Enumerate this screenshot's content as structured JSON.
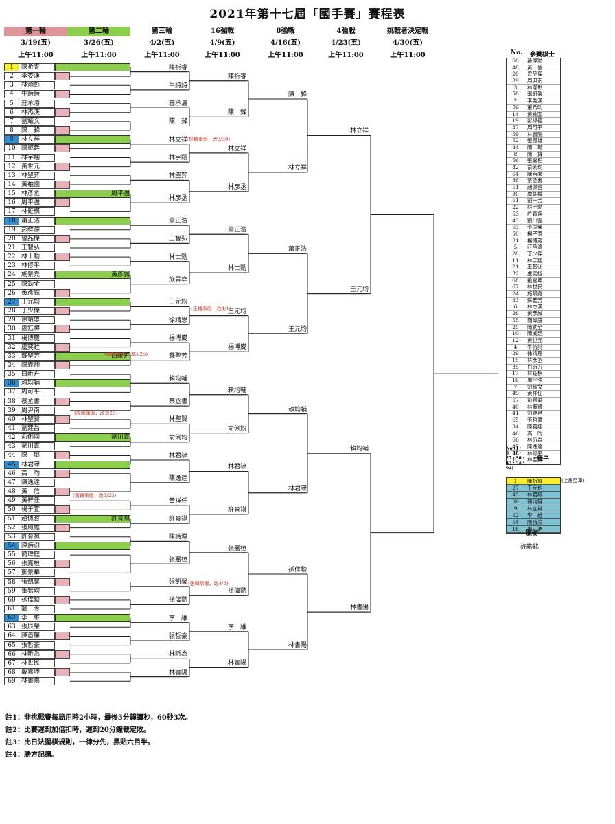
{
  "title": "2021年第十七屆「國手賽」賽程表",
  "rounds": [
    {
      "label": "第一輪",
      "date": "3/19(五)",
      "time": "上午11:00"
    },
    {
      "label": "第二輪",
      "date": "3/26(五)",
      "time": "上午11:00"
    },
    {
      "label": "第三輪",
      "date": "4/2(五)",
      "time": "上午11:00"
    },
    {
      "label": "16強戰",
      "date": "4/9(五)",
      "time": "上午11:00"
    },
    {
      "label": "8強戰",
      "date": "4/16(五)",
      "time": "上午11:00"
    },
    {
      "label": "4強戰",
      "date": "4/23(五)",
      "time": "上午11:00"
    },
    {
      "label": "挑戰者決定戰",
      "date": "4/30(五)",
      "time": "上午11:00"
    }
  ],
  "players": [
    {
      "n": "1",
      "name": "陳祈睿",
      "mark": "y"
    },
    {
      "n": "2",
      "name": "李委漢"
    },
    {
      "n": "3",
      "name": "林瀚彰"
    },
    {
      "n": "4",
      "name": "牛詩詩"
    },
    {
      "n": "5",
      "name": "莊承濬"
    },
    {
      "n": "6",
      "name": "林杰漢"
    },
    {
      "n": "7",
      "name": "劉耀文"
    },
    {
      "n": "8",
      "name": "陳　鋒"
    },
    {
      "n": "9",
      "name": "林立祥",
      "mark": "b"
    },
    {
      "n": "10",
      "name": "陳威廷"
    },
    {
      "n": "11",
      "name": "林宇翔"
    },
    {
      "n": "12",
      "name": "黃世元"
    },
    {
      "n": "13",
      "name": "林聖弈"
    },
    {
      "n": "14",
      "name": "黃袖圍"
    },
    {
      "n": "15",
      "name": "林彥丞"
    },
    {
      "n": "16",
      "name": "周平強"
    },
    {
      "n": "17",
      "name": "林鉦棋"
    },
    {
      "n": "18",
      "name": "蕭正浩",
      "mark": "b"
    },
    {
      "n": "19",
      "name": "彭緯德"
    },
    {
      "n": "20",
      "name": "曾品傑"
    },
    {
      "n": "21",
      "name": "王智弘"
    },
    {
      "n": "22",
      "name": "林士勳"
    },
    {
      "n": "23",
      "name": "林修平"
    },
    {
      "n": "24",
      "name": "施景堯"
    },
    {
      "n": "25",
      "name": "陳勁全"
    },
    {
      "n": "26",
      "name": "黃彥誠"
    },
    {
      "n": "27",
      "name": "王元均",
      "mark": "b"
    },
    {
      "n": "28",
      "name": "丁少傑"
    },
    {
      "n": "29",
      "name": "徐靖恩"
    },
    {
      "n": "30",
      "name": "盧鈺樺"
    },
    {
      "n": "31",
      "name": "楊博崴"
    },
    {
      "n": "32",
      "name": "盧奕銓"
    },
    {
      "n": "33",
      "name": "蘇聖芳"
    },
    {
      "n": "34",
      "name": "陳義翔"
    },
    {
      "n": "35",
      "name": "白昕卉"
    },
    {
      "n": "36",
      "name": "賴均輔",
      "mark": "b"
    },
    {
      "n": "37",
      "name": "周可平"
    },
    {
      "n": "38",
      "name": "蔡丞書"
    },
    {
      "n": "39",
      "name": "周尹南"
    },
    {
      "n": "40",
      "name": "林聖賢"
    },
    {
      "n": "41",
      "name": "劉建昌"
    },
    {
      "n": "42",
      "name": "俞俐均"
    },
    {
      "n": "43",
      "name": "劉川霆"
    },
    {
      "n": "44",
      "name": "陳　璐"
    },
    {
      "n": "45",
      "name": "林君諺",
      "mark": "b"
    },
    {
      "n": "46",
      "name": "高　昀"
    },
    {
      "n": "47",
      "name": "陳逸達"
    },
    {
      "n": "48",
      "name": "黃　信"
    },
    {
      "n": "49",
      "name": "黃祥任"
    },
    {
      "n": "50",
      "name": "楊子萱"
    },
    {
      "n": "51",
      "name": "趙佩哲"
    },
    {
      "n": "52",
      "name": "張鳳雄"
    },
    {
      "n": "53",
      "name": "許育祺"
    },
    {
      "n": "54",
      "name": "陳詩淵",
      "mark": "b"
    },
    {
      "n": "55",
      "name": "簡瑋庭"
    },
    {
      "n": "56",
      "name": "張嘉桓"
    },
    {
      "n": "57",
      "name": "彭景華"
    },
    {
      "n": "58",
      "name": "張凱馨"
    },
    {
      "n": "59",
      "name": "董希昀"
    },
    {
      "n": "60",
      "name": "孫偉勳"
    },
    {
      "n": "61",
      "name": "劉一芳"
    },
    {
      "n": "62",
      "name": "李　維",
      "mark": "b"
    },
    {
      "n": "63",
      "name": "張辰榮"
    },
    {
      "n": "64",
      "name": "陳首廉"
    },
    {
      "n": "65",
      "name": "張哲豪"
    },
    {
      "n": "66",
      "name": "林昕為"
    },
    {
      "n": "67",
      "name": "林世民"
    },
    {
      "n": "68",
      "name": "戴嘉坤"
    },
    {
      "n": "69",
      "name": "林書陽"
    }
  ],
  "r2_winners": [
    {
      "slot": 15,
      "name": "周平強"
    },
    {
      "slot": 24,
      "name": "黃彥誠"
    },
    {
      "slot": 33,
      "name": "白昕卉"
    },
    {
      "slot": 42,
      "name": "劉川霆"
    },
    {
      "slot": 51,
      "name": "許育祺"
    }
  ],
  "r3": [
    "陳祈睿",
    "牛詩詩",
    "莊承濬",
    "陳　鋒",
    "林立祥",
    "林宇翔",
    "林聖弈",
    "林彥丞",
    "蕭正浩",
    "王智弘",
    "林士勳",
    "施景堯",
    "王元均",
    "徐靖恩",
    "楊博崴",
    "蘇聖芳",
    "賴均輔",
    "蔡丞書",
    "林聖賢",
    "俞俐均",
    "林君諺",
    "陳逸達",
    "黃祥任",
    "許育祺",
    "陳詩淵",
    "張嘉桓",
    "張凱馨",
    "孫偉勳",
    "李　維",
    "張哲豪",
    "林昕為",
    "林書陽"
  ],
  "r16": [
    "陳祈睿",
    "陳　鋒",
    "林立祥",
    "林彥丞",
    "蕭正浩",
    "林士勳",
    "王元均",
    "楊博崴",
    "賴均輔",
    "俞俐均",
    "林君諺",
    "許育祺",
    "張嘉桓",
    "孫偉勳",
    "李　維",
    "林書陽"
  ],
  "r8": [
    "陳　鋒",
    "林立祥",
    "蕭正浩",
    "王元均",
    "賴均輔",
    "林君諺",
    "孫偉勳",
    "林書陽"
  ],
  "r4": [
    "林立祥",
    "王元均",
    "賴均輔",
    "林書陽"
  ],
  "notes": [
    "(林轉事假，改3/30)",
    "(王轉事假，改4/1)",
    "(蘇轉事假，改3/25)",
    "(周轉事假，改3/25)",
    "(黃轉事假，改3/23)",
    "(張轉事假，改4/3)"
  ],
  "list_header": {
    "no": "No.",
    "name": "參賽棋士"
  },
  "participants": [
    [
      "60",
      "孫偉勳"
    ],
    [
      "48",
      "黃　信"
    ],
    [
      "20",
      "曾品傑"
    ],
    [
      "39",
      "周尹南"
    ],
    [
      "3",
      "林瀚彰"
    ],
    [
      "58",
      "張凱馨"
    ],
    [
      "2",
      "李委漢"
    ],
    [
      "59",
      "董希昀"
    ],
    [
      "14",
      "黃袖圍"
    ],
    [
      "19",
      "彭緯德"
    ],
    [
      "37",
      "周可平"
    ],
    [
      "69",
      "林書陽"
    ],
    [
      "52",
      "張鳳雄"
    ],
    [
      "44",
      "陳　璐"
    ],
    [
      "8",
      "陳　鋒"
    ],
    [
      "56",
      "張嘉桓"
    ],
    [
      "42",
      "俞俐均"
    ],
    [
      "64",
      "陳首廉"
    ],
    [
      "38",
      "蔡丞書"
    ],
    [
      "51",
      "趙佩哲"
    ],
    [
      "30",
      "盧鈺樺"
    ],
    [
      "61",
      "劉一芳"
    ],
    [
      "22",
      "林士勳"
    ],
    [
      "53",
      "許育祺"
    ],
    [
      "43",
      "劉川霆"
    ],
    [
      "63",
      "張辰榮"
    ],
    [
      "50",
      "楊子萱"
    ],
    [
      "31",
      "楊博崴"
    ],
    [
      "5",
      "莊承濬"
    ],
    [
      "28",
      "丁少傑"
    ],
    [
      "11",
      "林宇翔"
    ],
    [
      "21",
      "王智弘"
    ],
    [
      "32",
      "盧奕銓"
    ],
    [
      "68",
      "戴嘉坤"
    ],
    [
      "67",
      "林世民"
    ],
    [
      "24",
      "施景堯"
    ],
    [
      "33",
      "蘇聖芳"
    ],
    [
      "6",
      "林杰漢"
    ],
    [
      "26",
      "黃彥誠"
    ],
    [
      "55",
      "簡瑋庭"
    ],
    [
      "25",
      "陳勁全"
    ],
    [
      "10",
      "陳威廷"
    ],
    [
      "12",
      "黃世元"
    ],
    [
      "4",
      "牛詩詩"
    ],
    [
      "29",
      "徐靖恩"
    ],
    [
      "15",
      "林彥丞"
    ],
    [
      "35",
      "白昕卉"
    ],
    [
      "17",
      "林鉦棋"
    ],
    [
      "16",
      "周平強"
    ],
    [
      "7",
      "劉耀文"
    ],
    [
      "49",
      "黃祥任"
    ],
    [
      "57",
      "彭景華"
    ],
    [
      "40",
      "林聖賢"
    ],
    [
      "41",
      "劉建昌"
    ],
    [
      "65",
      "張哲豪"
    ],
    [
      "34",
      "陳義翔"
    ],
    [
      "46",
      "高　昀"
    ],
    [
      "66",
      "林昕為"
    ],
    [
      "47",
      "陳逸達"
    ],
    [
      "23",
      "林修平"
    ],
    [
      "13",
      "林聖弈"
    ]
  ],
  "seed_header": {
    "no": "No.(1・9・18・27・36・45・54・62)",
    "name": "種子"
  },
  "seeds": [
    [
      "1",
      "陳祈睿",
      "top"
    ],
    [
      "27",
      "王元均",
      ""
    ],
    [
      "45",
      "林君諺",
      ""
    ],
    [
      "36",
      "賴均輔",
      ""
    ],
    [
      "9",
      "林立祥",
      ""
    ],
    [
      "62",
      "李　維",
      ""
    ],
    [
      "54",
      "陳詩淵",
      ""
    ],
    [
      "18",
      "蕭正浩",
      ""
    ]
  ],
  "seed_note": "(上屆亞軍)",
  "referee_label": "頒銜",
  "venue": "許皓銘",
  "footnotes": [
    "註1：非挑戰賽每局用時2小時，最後3分鐘讀秒，60秒3次。",
    "註2：比賽遲到加倍扣時，遲到20分鐘裁定敗。",
    "註3：比日法圍棋規則，一律分先，黑貼六目半。",
    "註4：勝方記譜。"
  ]
}
